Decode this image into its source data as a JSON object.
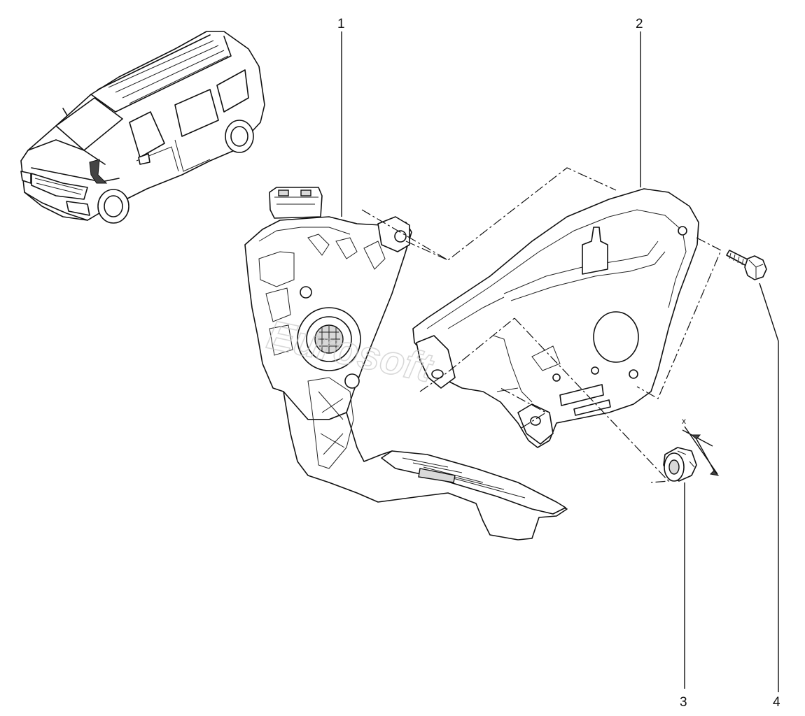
{
  "callouts": [
    {
      "id": "1",
      "label": "1"
    },
    {
      "id": "2",
      "label": "2"
    },
    {
      "id": "3",
      "label": "3"
    },
    {
      "id": "4",
      "label": "4"
    }
  ],
  "dimension_label": "x",
  "watermark": "Eurosoft"
}
